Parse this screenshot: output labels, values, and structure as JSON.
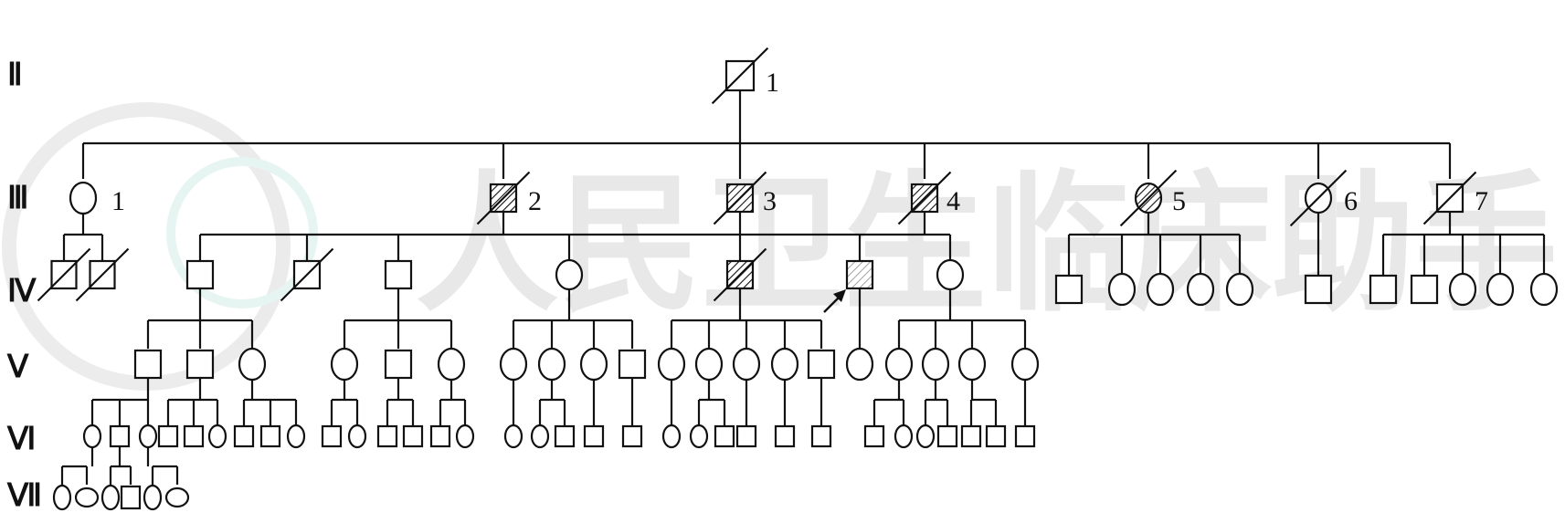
{
  "generations": [
    {
      "roman": "Ⅱ",
      "name": "generation-ii-label"
    },
    {
      "roman": "Ⅲ",
      "name": "generation-iii-label"
    },
    {
      "roman": "Ⅳ",
      "name": "generation-iv-label"
    },
    {
      "roman": "Ⅴ",
      "name": "generation-v-label"
    },
    {
      "roman": "Ⅵ",
      "name": "generation-vi-label"
    },
    {
      "roman": "Ⅶ",
      "name": "generation-vii-label"
    }
  ],
  "individual_numbers": {
    "gen2": [
      "1"
    ],
    "gen3": [
      "1",
      "2",
      "3",
      "4",
      "5",
      "6",
      "7"
    ]
  },
  "legend": {
    "symbols": {
      "male": "square",
      "female": "circle",
      "deceased": "diagonal-slash",
      "affected": "hatched",
      "proband": "arrow"
    }
  },
  "colors": {
    "line": "#111111",
    "background": "#ffffff",
    "watermark": "#d8d8d8"
  },
  "watermark": {
    "text": "人民卫生临床助手"
  }
}
